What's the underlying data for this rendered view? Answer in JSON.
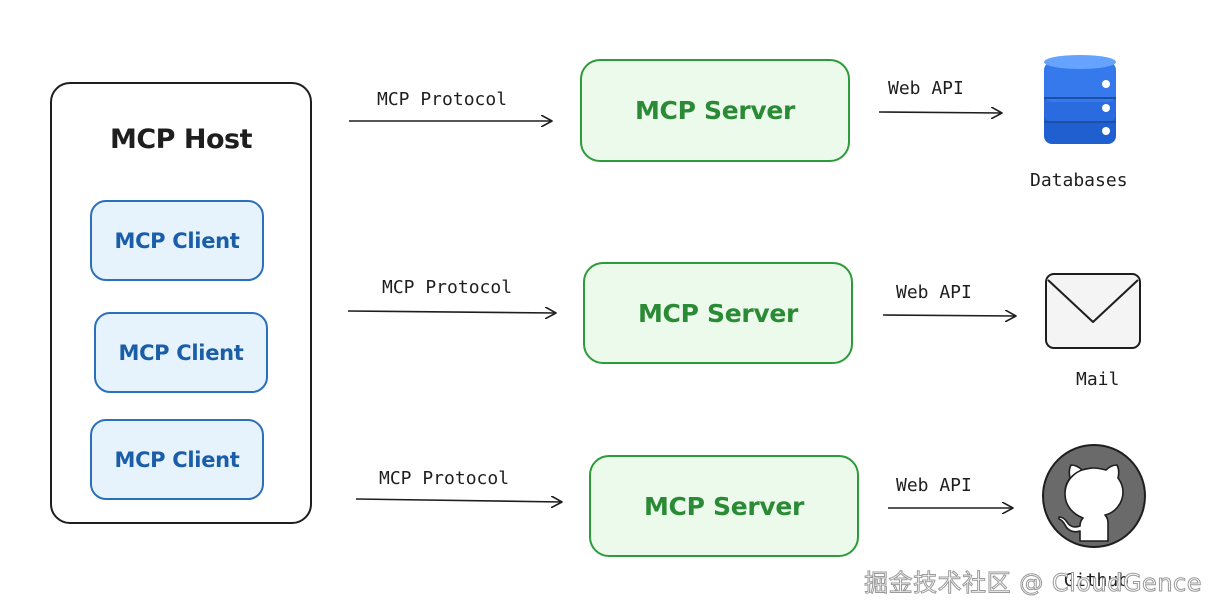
{
  "host": {
    "title": "MCP Host",
    "clients": [
      "MCP Client",
      "MCP Client",
      "MCP Client"
    ]
  },
  "rows": [
    {
      "protocol_label": "MCP Protocol",
      "server_label": "MCP Server",
      "api_label": "Web API",
      "service_label": "Databases",
      "service_icon": "database-icon"
    },
    {
      "protocol_label": "MCP Protocol",
      "server_label": "MCP Server",
      "api_label": "Web API",
      "service_label": "Mail",
      "service_icon": "mail-icon"
    },
    {
      "protocol_label": "MCP Protocol",
      "server_label": "MCP Server",
      "api_label": "Web API",
      "service_label": "Github",
      "service_icon": "github-icon"
    }
  ],
  "watermark": "掘金技术社区 @ CloudGence",
  "colors": {
    "client_fill": "#e6f3fc",
    "client_stroke": "#2a70ba",
    "server_fill": "#ebfaeb",
    "server_stroke": "#2e9b3a",
    "database_blue": "#2f6fe0",
    "github_gray": "#6b6b6b"
  }
}
